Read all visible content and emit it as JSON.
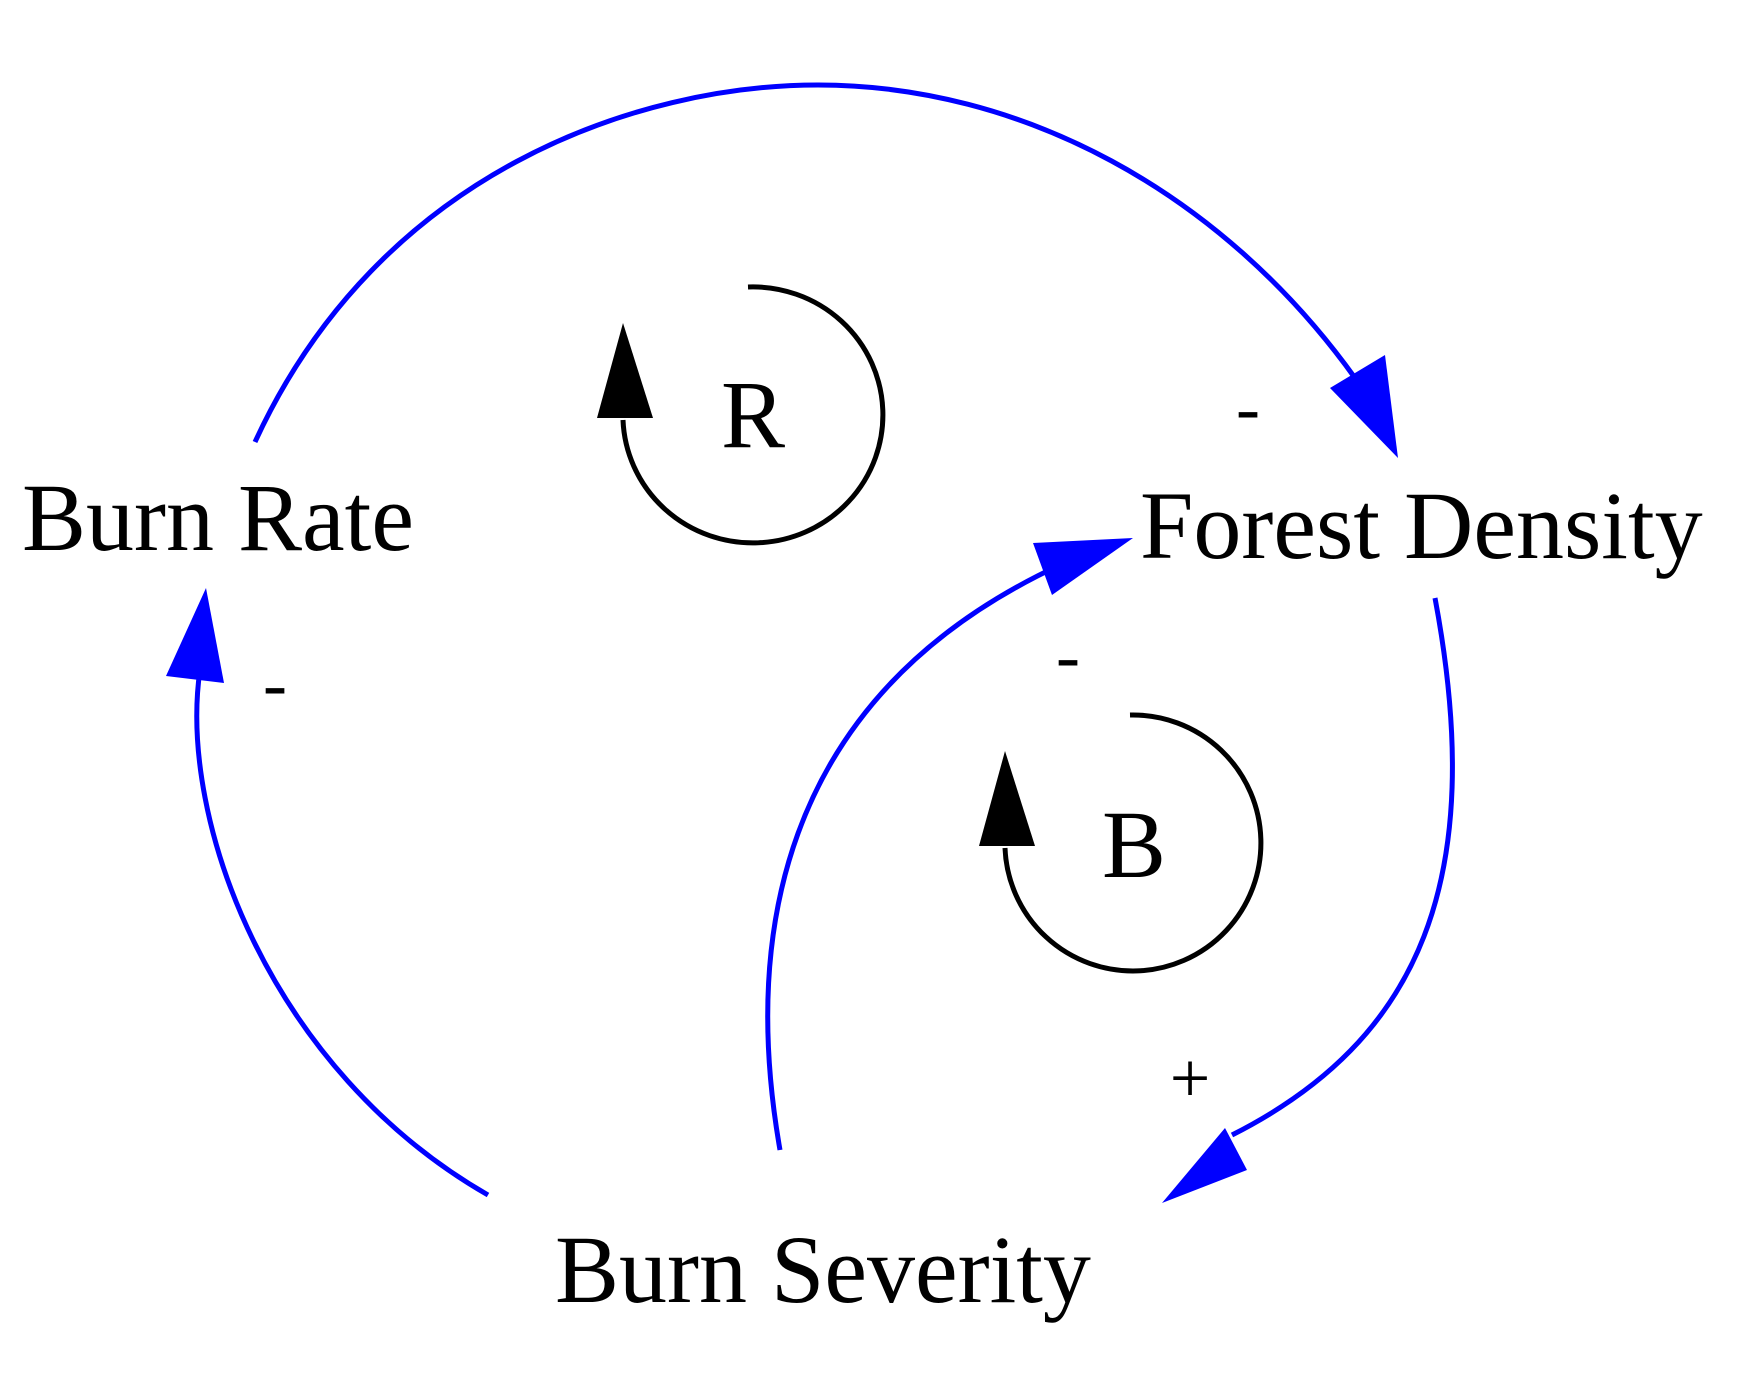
{
  "nodes": {
    "burn_rate": "Burn Rate",
    "forest_density": "Forest Density",
    "burn_severity": "Burn Severity"
  },
  "loops": {
    "reinforcing": "R",
    "balancing": "B"
  },
  "links": {
    "rate_to_density": {
      "polarity": "-",
      "color": "#0000ff",
      "polarity_color": "#000000"
    },
    "density_to_severity": {
      "polarity": "+",
      "color": "#0000ff",
      "polarity_color": "#000000"
    },
    "severity_to_density": {
      "polarity": "-",
      "color": "#0000ff",
      "polarity_color": "#000000"
    },
    "severity_to_rate": {
      "polarity": "-",
      "color": "#0000ff",
      "polarity_color": "#ff0000"
    }
  },
  "colors": {
    "link": "#0000ff",
    "loop_marker": "#000000",
    "text": "#000000"
  }
}
